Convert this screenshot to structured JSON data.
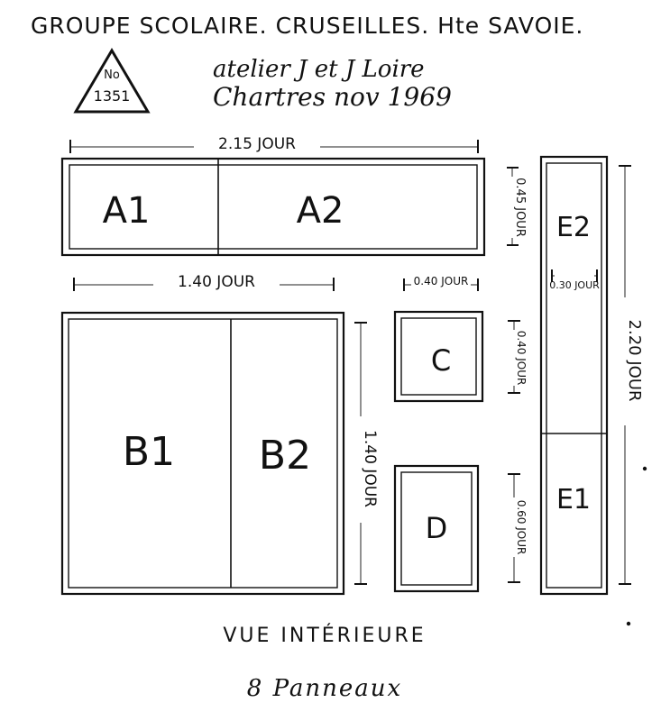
{
  "header": {
    "title": "GROUPE SCOLAIRE. CRUSEILLES. Hte SAVOIE.",
    "workshop": "atelier J et J Loire",
    "city_date": "Chartres nov 1969",
    "stamp_prefix": "No",
    "stamp_number": "1351"
  },
  "panels": {
    "A1": "A1",
    "A2": "A2",
    "B1": "B1",
    "B2": "B2",
    "C": "C",
    "D": "D",
    "E1": "E1",
    "E2": "E2"
  },
  "dimensions": {
    "a_width": "2.15 JOUR",
    "a_height": "0.45 JOUR",
    "b_width": "1.40 JOUR",
    "b_height": "1.40 JOUR",
    "c_width": "0.40 JOUR",
    "c_height": "0.40 JOUR",
    "d_height": "0.60 JOUR",
    "e_width": "0.30 JOUR",
    "e_height": "2.20 JOUR"
  },
  "footer": {
    "view": "VUE INTÉRIEURE",
    "count": "8 Panneaux"
  }
}
